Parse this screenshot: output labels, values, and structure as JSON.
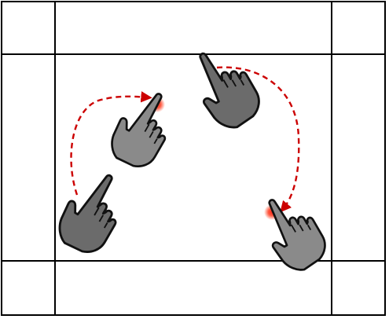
{
  "colors": {
    "grid_line": "#000000",
    "background": "#ffffff",
    "hand_fill_faded": "#6b6b6b",
    "hand_fill_active": "#8a8a8a",
    "hand_outline": "#111111",
    "arrow_dashed": "#cc0000",
    "touch_glow": "#ff2a1a"
  },
  "gestures": [
    {
      "name": "left-gesture",
      "start_hand_icon": "pointing-hand-icon",
      "end_hand_icon": "pointing-hand-icon",
      "path_direction": "clockwise-up-right"
    },
    {
      "name": "right-gesture",
      "start_hand_icon": "pointing-hand-icon",
      "end_hand_icon": "pointing-hand-icon",
      "path_direction": "clockwise-down-left"
    }
  ]
}
